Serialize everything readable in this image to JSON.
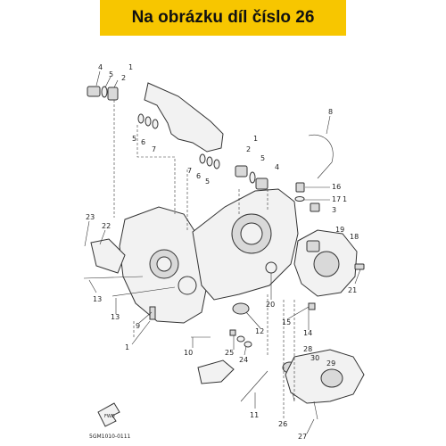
{
  "banner": {
    "text": "Na obrázku díl číslo 26"
  },
  "footer": {
    "code": "5GM1010-0111",
    "fwd": "FWD"
  },
  "colors": {
    "banner_bg": "#f7c600",
    "line": "#333333"
  },
  "callouts": [
    {
      "id": "c1",
      "text": "4"
    },
    {
      "id": "c2",
      "text": "5"
    },
    {
      "id": "c3",
      "text": "1"
    },
    {
      "id": "c4",
      "text": "2"
    },
    {
      "id": "c5",
      "text": "5"
    },
    {
      "id": "c6",
      "text": "6"
    },
    {
      "id": "c7",
      "text": "7"
    },
    {
      "id": "c8",
      "text": "8"
    },
    {
      "id": "c9",
      "text": "1"
    },
    {
      "id": "c10",
      "text": "2"
    },
    {
      "id": "c11",
      "text": "5"
    },
    {
      "id": "c12",
      "text": "4"
    },
    {
      "id": "c13",
      "text": "7"
    },
    {
      "id": "c14",
      "text": "6"
    },
    {
      "id": "c15",
      "text": "5"
    },
    {
      "id": "c16",
      "text": "16"
    },
    {
      "id": "c17",
      "text": "17"
    },
    {
      "id": "c18",
      "text": "1"
    },
    {
      "id": "c19",
      "text": "3"
    },
    {
      "id": "c20",
      "text": "23"
    },
    {
      "id": "c21",
      "text": "22"
    },
    {
      "id": "c22",
      "text": "19"
    },
    {
      "id": "c23",
      "text": "18"
    },
    {
      "id": "c24",
      "text": "21"
    },
    {
      "id": "c25",
      "text": "13"
    },
    {
      "id": "c26",
      "text": "13"
    },
    {
      "id": "c27",
      "text": "20"
    },
    {
      "id": "c28",
      "text": "9"
    },
    {
      "id": "c29",
      "text": "15"
    },
    {
      "id": "c30",
      "text": "14"
    },
    {
      "id": "c31",
      "text": "1"
    },
    {
      "id": "c32",
      "text": "12"
    },
    {
      "id": "c33",
      "text": "10"
    },
    {
      "id": "c34",
      "text": "25"
    },
    {
      "id": "c35",
      "text": "24"
    },
    {
      "id": "c36",
      "text": "28"
    },
    {
      "id": "c37",
      "text": "30"
    },
    {
      "id": "c38",
      "text": "29"
    },
    {
      "id": "c39",
      "text": "11"
    },
    {
      "id": "c40",
      "text": "26"
    },
    {
      "id": "c41",
      "text": "27"
    }
  ]
}
